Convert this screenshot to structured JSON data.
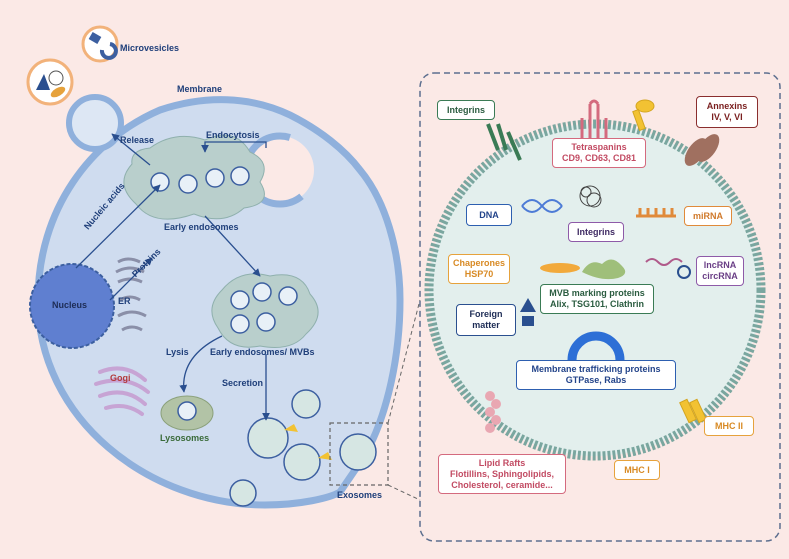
{
  "left_labels": {
    "microvesicles": "Microvesicles",
    "membrane": "Membrane",
    "release": "Release",
    "endocytosis": "Endocytosis",
    "nucleic_acids": "Nucleic acids",
    "early_endosomes": "Early endosomes",
    "proteins": "Proteins",
    "nucleus": "Nucleus",
    "er": "ER",
    "gogi": "Gogi",
    "lysis": "Lysis",
    "early_endosomes_mvbs": "Early endosomes/ MVBs",
    "secretion": "Secretion",
    "lysosomes": "Lysosomes",
    "exosomes": "Exosomes"
  },
  "right_boxes": {
    "integrins_top": "Integrins",
    "tetraspanins_title": "Tetraspanins",
    "tetraspanins_list": "CD9, CD63, CD81",
    "annexins_title": "Annexins",
    "annexins_list": "IV, V, VI",
    "dna": "DNA",
    "integrins_mid": "Integrins",
    "mirna": "miRNA",
    "chaperones_title": "Chaperones",
    "chaperones_list": "HSP70",
    "lncrna": "lncRNA",
    "circrna": "circRNA",
    "mvb_title": "MVB marking proteins",
    "mvb_list": "Alix, TSG101, Clathrin",
    "foreign_1": "Foreign",
    "foreign_2": "matter",
    "membrane_traffic_title": "Membrane trafficking proteins",
    "membrane_traffic_list": "GTPase, Rabs",
    "mhc2": "MHC II",
    "lipid_title": "Lipid Rafts",
    "lipid_line2": "Flotillins, Sphingolipids,",
    "lipid_line3": "Cholesterol, ceramide...",
    "mhc1": "MHC I"
  },
  "colors": {
    "background": "#fbe9e6",
    "cell_fill": "#cfdcef",
    "cell_border": "#8fb0dc",
    "nucleus": "#5f7fd0",
    "endosome": "#b9cfcc",
    "exosome_fill": "#d6e6e3",
    "label_blue": "#1f3f7a",
    "green": "#3a7b55",
    "pink": "#d46a7e",
    "orange": "#e6a23c",
    "purple": "#8e5aa8",
    "navy": "#2a4f8f",
    "dark_red": "#8a2e2e"
  }
}
